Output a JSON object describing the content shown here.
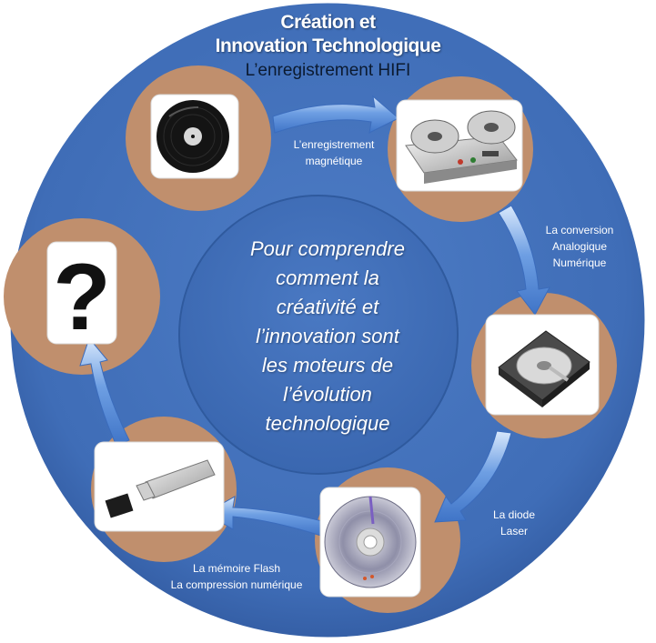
{
  "header": {
    "title_line1": "Création et",
    "title_line2": "Innovation Technologique",
    "subtitle": "L’enregistrement HIFI"
  },
  "center": {
    "lines": [
      "Pour comprendre",
      "comment la",
      "créativité et",
      "l’innovation sont",
      "les moteurs de",
      "l’évolution",
      "technologique"
    ]
  },
  "steps": [
    {
      "name": "vinyl",
      "icon": "vinyl-record-icon",
      "label_lines": []
    },
    {
      "name": "reel",
      "icon": "reel-to-reel-recorder-icon",
      "label_lines": [
        "L’enregistrement",
        "magnétique"
      ]
    },
    {
      "name": "hdd",
      "icon": "hard-disk-icon",
      "label_lines": [
        "La conversion",
        "Analogique",
        "Numérique"
      ]
    },
    {
      "name": "cd",
      "icon": "compact-disc-icon",
      "label_lines": [
        "La diode",
        "Laser"
      ]
    },
    {
      "name": "usb",
      "icon": "usb-flash-drive-icon",
      "label_lines": [
        "La mémoire Flash",
        "La compression numérique"
      ]
    },
    {
      "name": "unknown",
      "icon": "question-mark-icon",
      "label_lines": []
    }
  ],
  "colors": {
    "circle": "#3f6db7",
    "circle_rim": "#ffffff",
    "node": "#c08f6d",
    "arrow": "#5b90dd",
    "arrow_light": "#cfe2fb",
    "text_dark": "#0b1a30"
  }
}
